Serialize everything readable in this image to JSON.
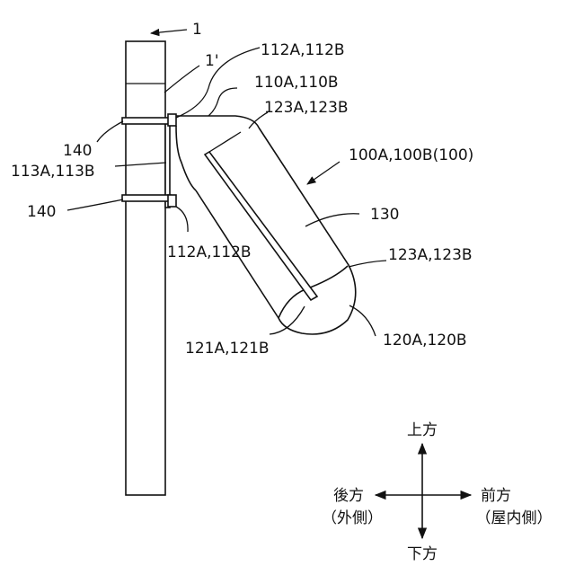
{
  "labels": {
    "pole": "1",
    "pole_prime": "1'",
    "bracket_top": "112A,112B",
    "arm": "110A,110B",
    "end_top": "123A,123B",
    "band_upper": "140",
    "plate": "113A,113B",
    "band_lower": "140",
    "bracket_bottom": "112A,112B",
    "body": "100A,100B(100)",
    "cylinder": "130",
    "end_bottom": "123A,123B",
    "bottom_face": "121A,121B",
    "base": "120A,120B"
  },
  "compass": {
    "up": "上方",
    "down": "下方",
    "left": "後方",
    "left_sub": "（外側）",
    "right": "前方",
    "right_sub": "（屋内側）"
  }
}
